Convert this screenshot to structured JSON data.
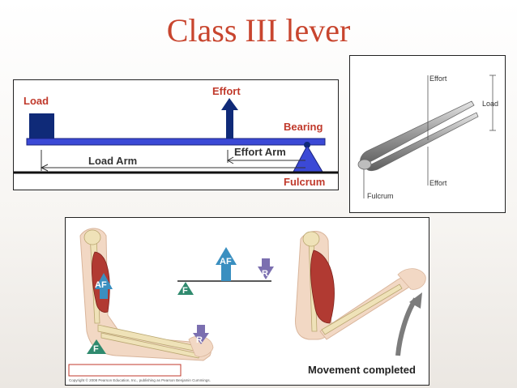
{
  "title": "Class III lever",
  "lever": {
    "load": "Load",
    "effort": "Effort",
    "bearing": "Bearing",
    "effort_arm": "Effort Arm",
    "load_arm": "Load Arm",
    "fulcrum": "Fulcrum",
    "colors": {
      "beam": "#3b49d6",
      "accent": "#c0392b",
      "load_block": "#0f2a78"
    }
  },
  "tweezers": {
    "effort_top": "Effort",
    "load": "Load",
    "effort_bottom": "Effort",
    "fulcrum": "Fulcrum"
  },
  "arm": {
    "af_left": "AF",
    "f_left": "F",
    "r_left": "R",
    "af_middle": "AF",
    "f_middle": "F",
    "r_middle": "R",
    "movement": "Movement completed",
    "copyright": "Copyright © 2008 Pearson Education, Inc., publishing as Pearson Benjamin Cummings.",
    "colors": {
      "af": "#3a8fc0",
      "f": "#2f8a6e",
      "r": "#7b6fb0",
      "muscle": "#b13a32",
      "bone": "#efe2b8"
    }
  }
}
